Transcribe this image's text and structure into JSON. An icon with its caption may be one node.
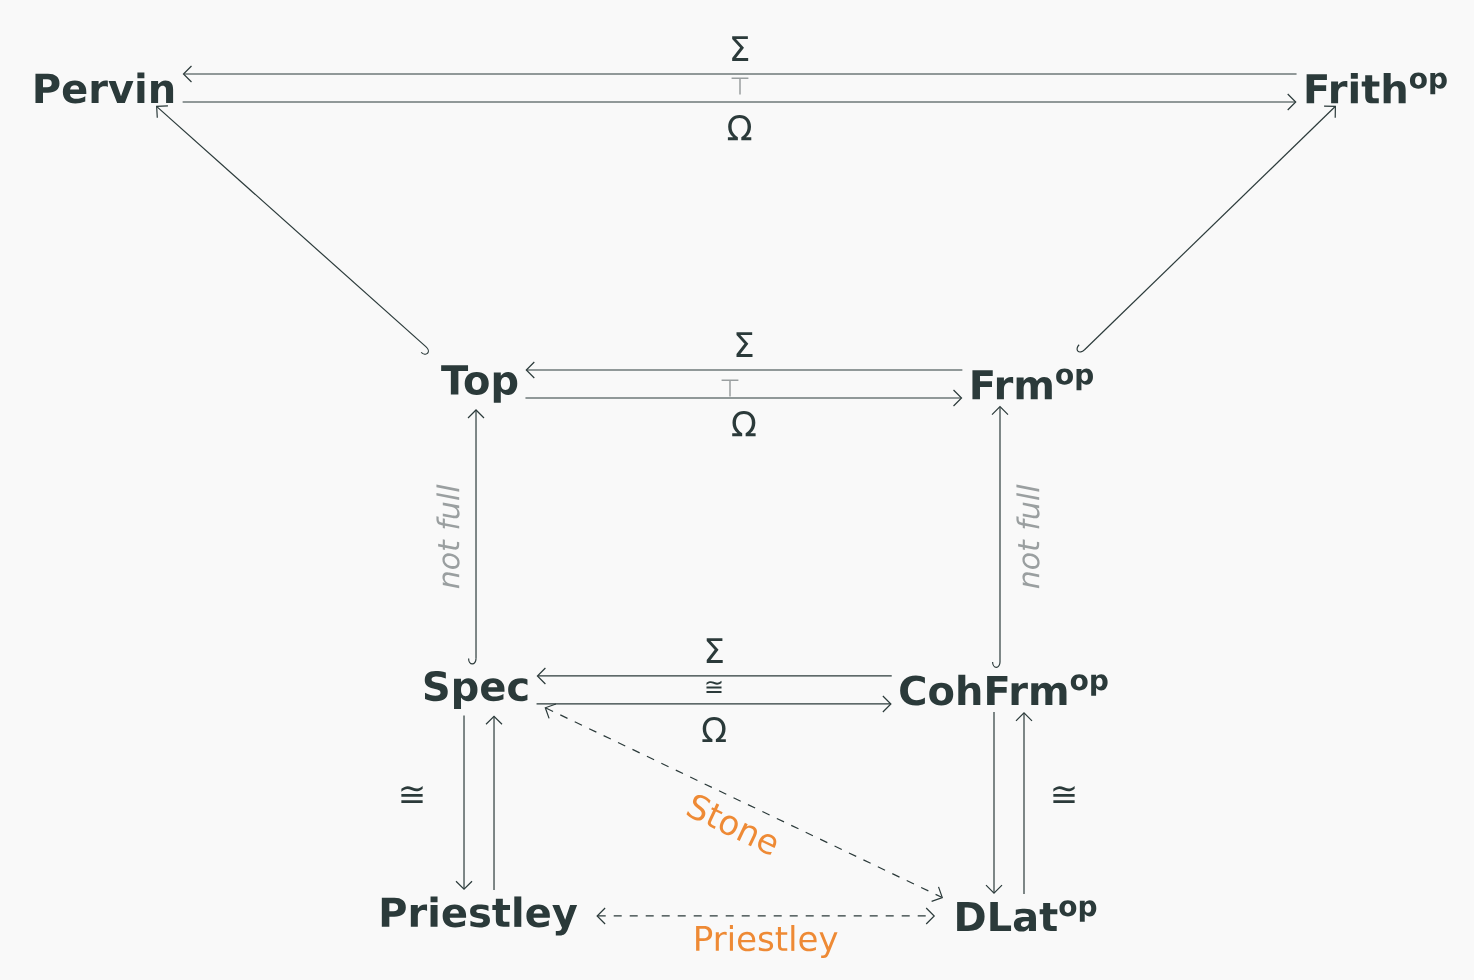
{
  "diagram": {
    "nodes": [
      {
        "text": [
          "Pervin"
        ]
      },
      {
        "text": [
          "Frith$^{op}$"
        ]
      },
      {
        "text": [
          "Top"
        ]
      },
      {
        "text": [
          "Frm$^{op}$"
        ]
      },
      {
        "text": [
          "Spec"
        ]
      },
      {
        "text": [
          "CohFrm$^{op}$"
        ]
      },
      {
        "text": [
          "Priestley"
        ]
      },
      {
        "text": [
          "DLat$^{op}$"
        ]
      }
    ],
    "edges": [
      {
        "from": 1,
        "to": 0,
        "arrow": "to",
        "label": "Σ"
      },
      {
        "from": 0,
        "to": 1,
        "arrow": "to",
        "label": "Ω"
      },
      {
        "from": 2,
        "to": 0,
        "arrow": "to"
      },
      {
        "from": 3,
        "to": 1,
        "arrow": "to"
      },
      {
        "from": 3,
        "to": 2,
        "arrow": "to",
        "label": "Σ"
      },
      {
        "from": 2,
        "to": 3,
        "arrow": "to",
        "label": "Ω"
      },
      {
        "from": 4,
        "to": 2,
        "arrow": "to",
        "label": "not full"
      },
      {
        "from": 5,
        "to": 3,
        "arrow": "to",
        "label": "not full"
      },
      {
        "from": 5,
        "to": 4,
        "arrow": "to",
        "label": "Σ"
      },
      {
        "from": 4,
        "to": 5,
        "arrow": "to",
        "label": "Ω"
      },
      {
        "from": 4,
        "to": 6,
        "arrow": "to"
      },
      {
        "from": 6,
        "to": 4,
        "arrow": "to"
      },
      {
        "from": 5,
        "to": 7,
        "arrow": "to"
      },
      {
        "from": 7,
        "to": 5,
        "arrow": "to"
      },
      {
        "from": 4,
        "to": 7,
        "arrow": "both",
        "style": "dashed",
        "label": "Stone"
      },
      {
        "from": 6,
        "to": 7,
        "arrow": "both",
        "style": "dashed",
        "label": "Priestley"
      }
    ],
    "labels": [
      "⊤",
      "⊤",
      "≅",
      "≅",
      "≅"
    ]
  }
}
